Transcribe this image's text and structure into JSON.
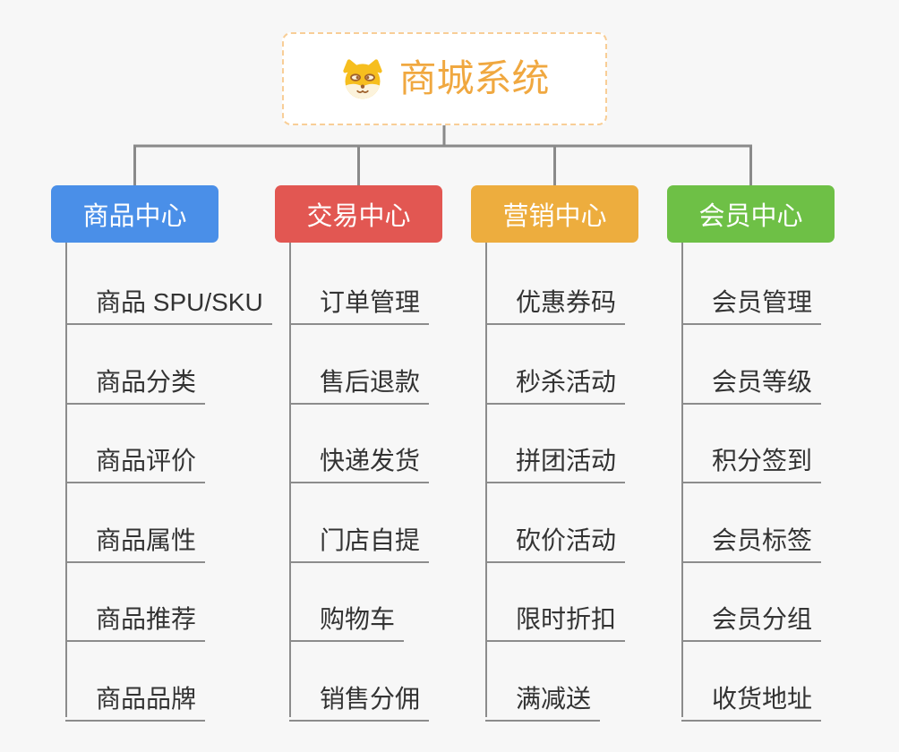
{
  "root": {
    "label": "商城系统",
    "icon": "shiba-dog-icon",
    "border_color": "#F8CE97",
    "label_color": "#F0A840"
  },
  "connector_color": "#8A8A8A",
  "leaf_line_color": "#8C8C8C",
  "leaf_text_color": "#333333",
  "branches": [
    {
      "label": "商品中心",
      "color": "#4A8FE8",
      "items": [
        "商品 SPU/SKU",
        "商品分类",
        "商品评价",
        "商品属性",
        "商品推荐",
        "商品品牌"
      ]
    },
    {
      "label": "交易中心",
      "color": "#E25752",
      "items": [
        "订单管理",
        "售后退款",
        "快递发货",
        "门店自提",
        "购物车",
        "销售分佣"
      ]
    },
    {
      "label": "营销中心",
      "color": "#EDAD3E",
      "items": [
        "优惠券码",
        "秒杀活动",
        "拼团活动",
        "砍价活动",
        "限时折扣",
        "满减送"
      ]
    },
    {
      "label": "会员中心",
      "color": "#6EC046",
      "items": [
        "会员管理",
        "会员等级",
        "积分签到",
        "会员标签",
        "会员分组",
        "收货地址"
      ]
    }
  ]
}
